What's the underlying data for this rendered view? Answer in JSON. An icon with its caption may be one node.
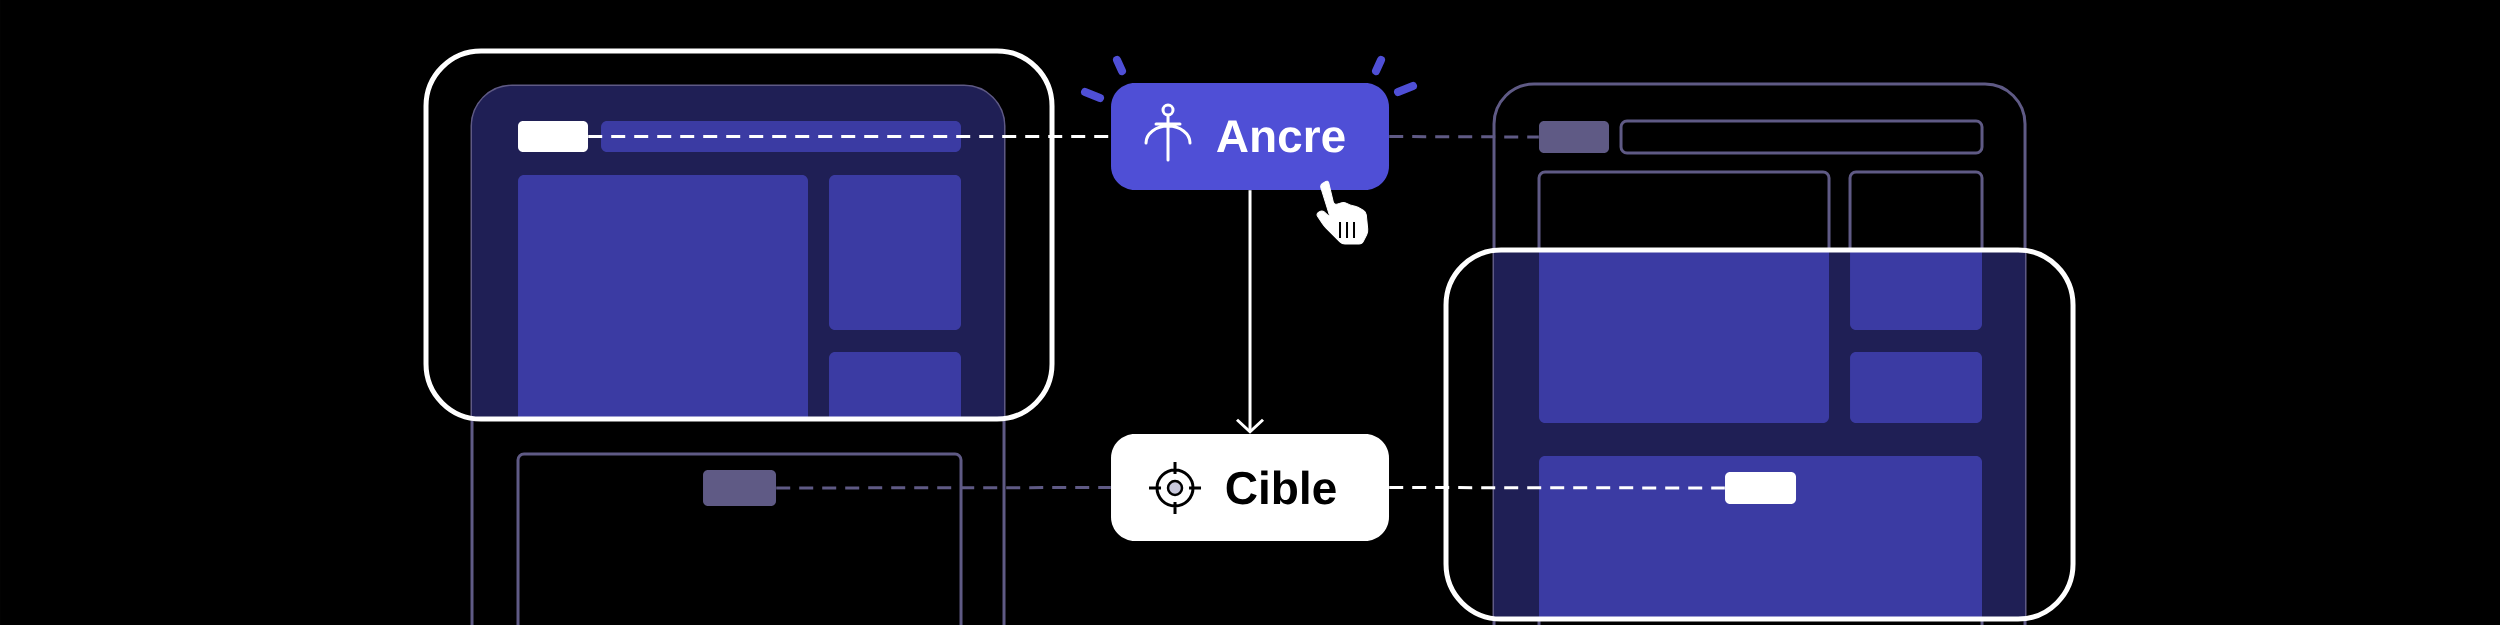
{
  "diagram": {
    "nodes": [
      {
        "text": [
          "Ancre"
        ]
      },
      {
        "text": [
          "Cible"
        ]
      },
      {
        "text": [],
        "shape": "box"
      },
      {
        "text": [],
        "shape": "box"
      },
      {
        "text": [],
        "shape": "box"
      },
      {
        "text": [],
        "shape": "box"
      }
    ],
    "edges": [
      {
        "from": 0,
        "to": 1,
        "arrow": "to"
      },
      {
        "from": 2,
        "to": 0,
        "arrow": "none",
        "style": "dashed"
      },
      {
        "from": 0,
        "to": 3,
        "arrow": "none",
        "style": "dashed",
        "color": "#5f5a85"
      },
      {
        "from": 4,
        "to": 1,
        "arrow": "none",
        "style": "dashed",
        "color": "#5f5a85"
      },
      {
        "from": 1,
        "to": 5,
        "arrow": "none",
        "style": "dashed"
      }
    ]
  }
}
